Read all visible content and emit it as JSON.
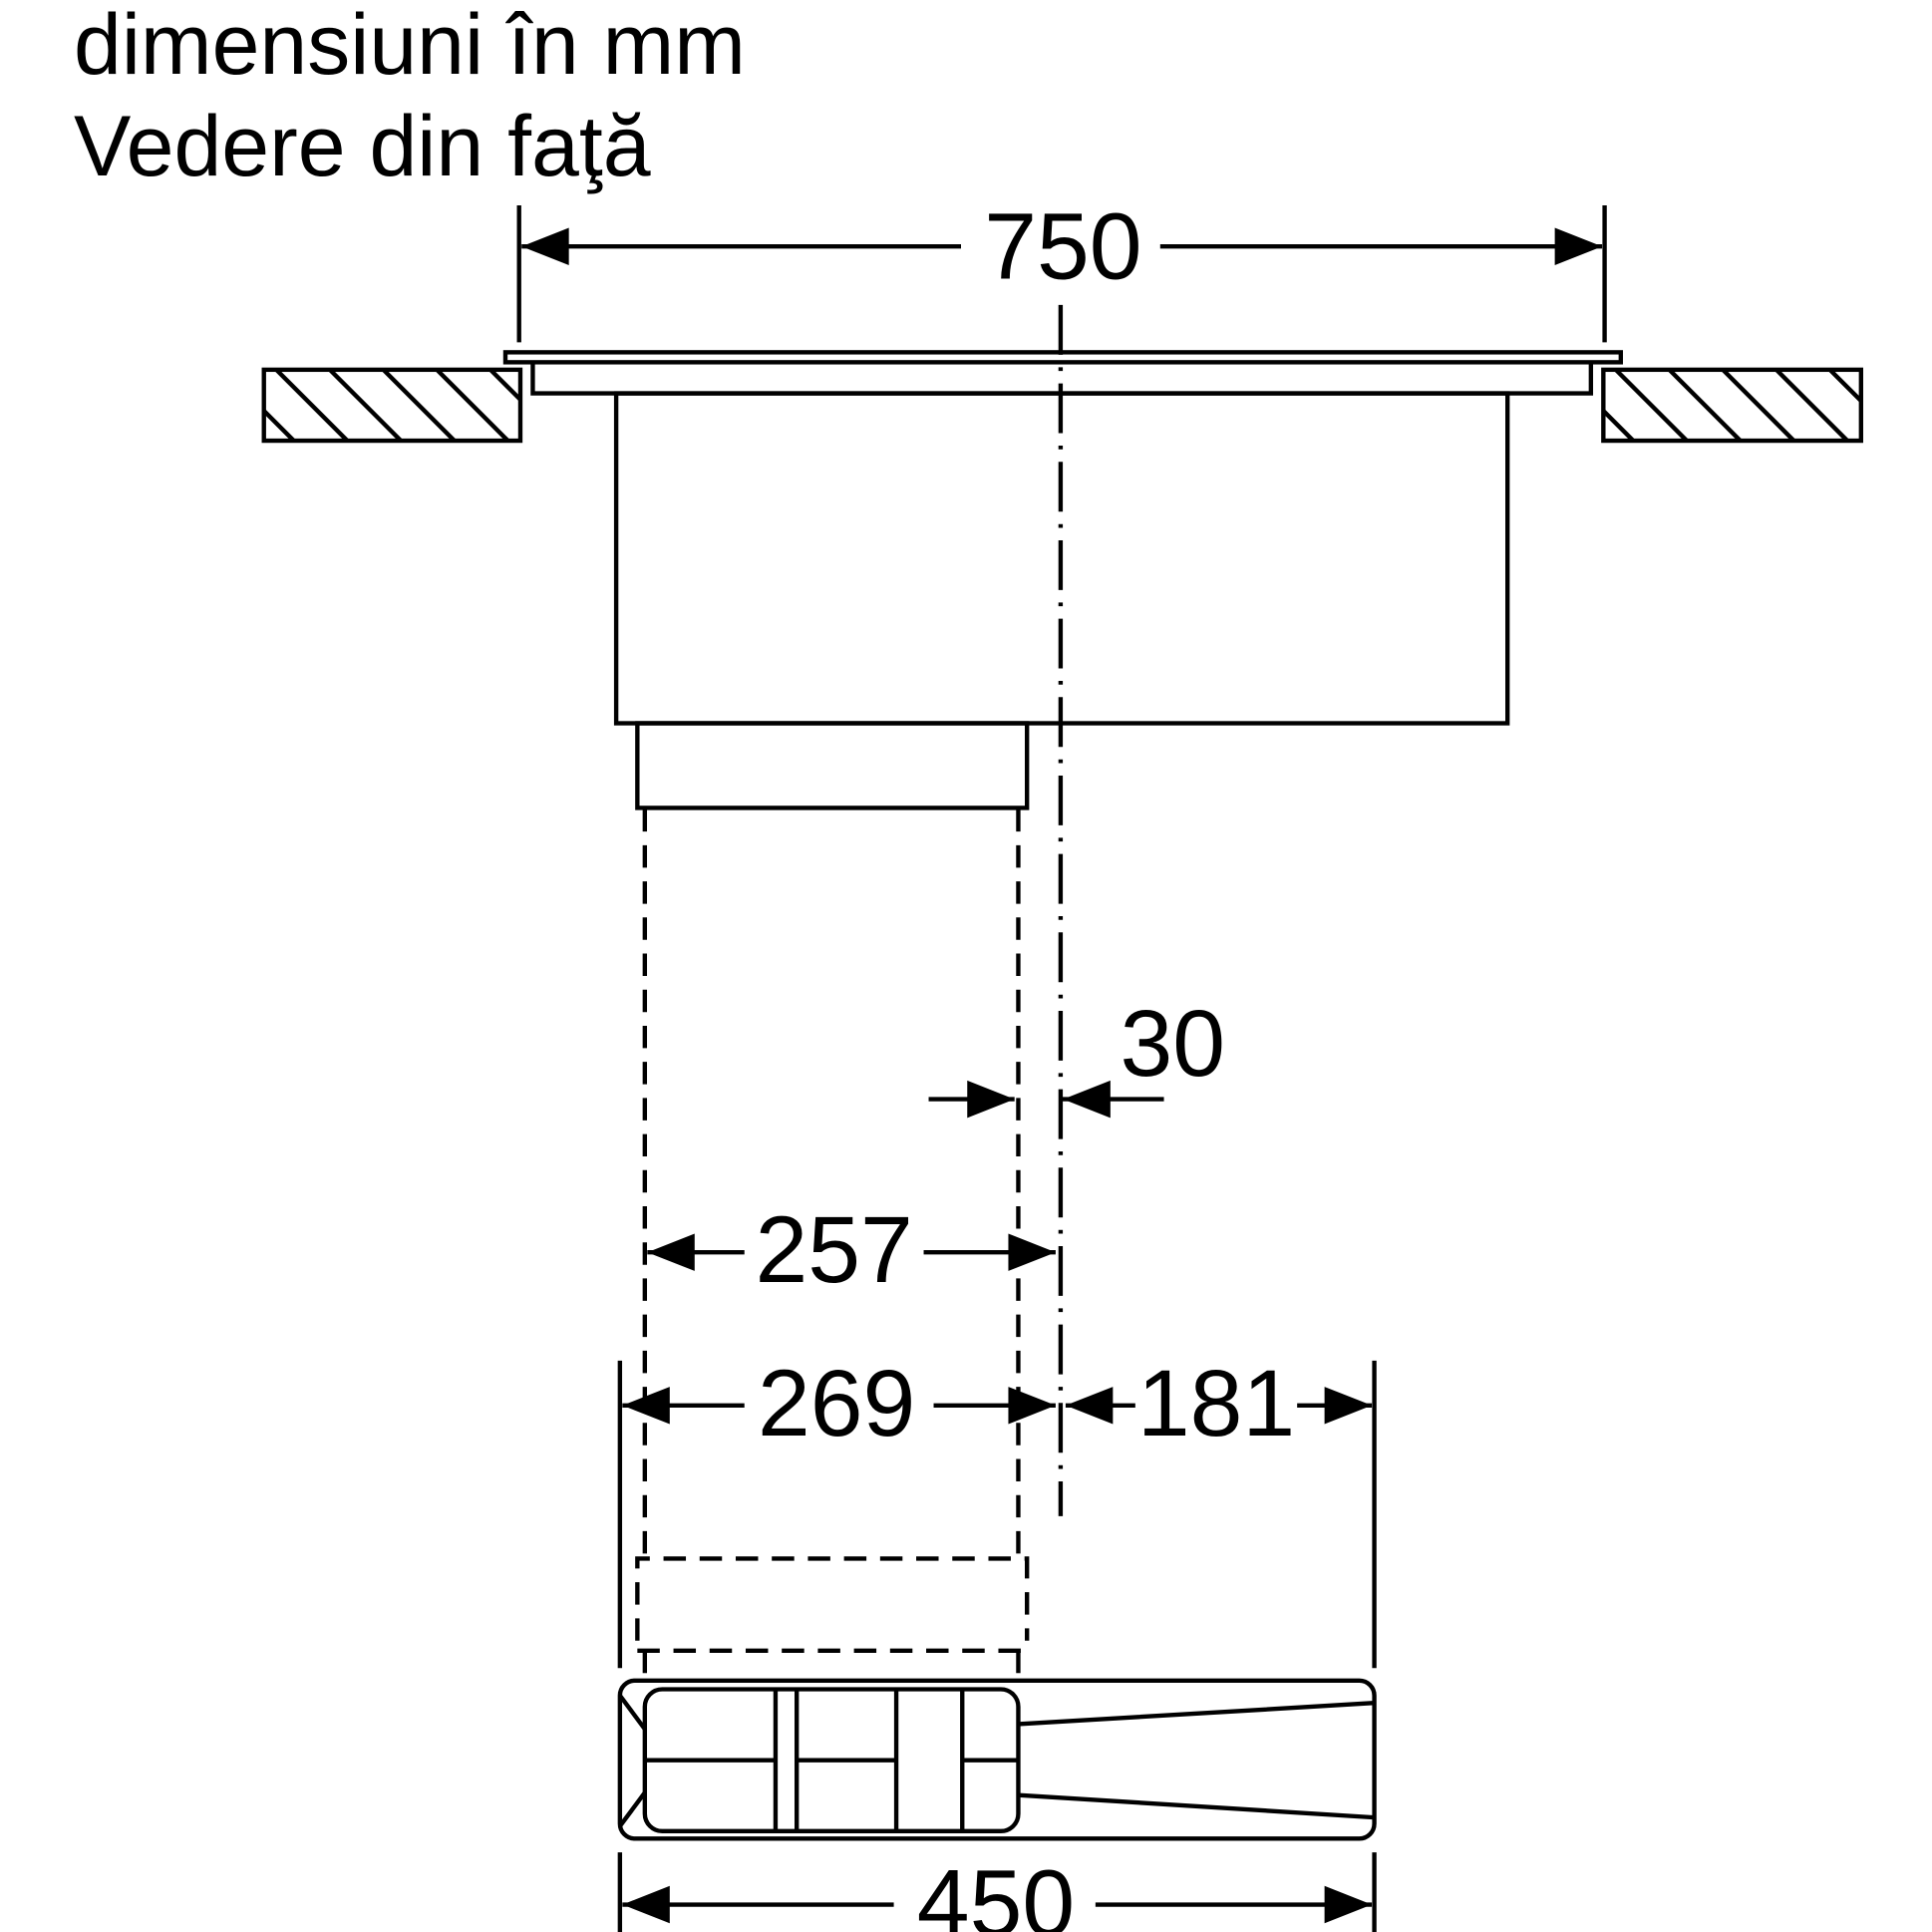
{
  "header": {
    "units_label": "dimensiuni în mm",
    "view_label": "Vedere din faţă"
  },
  "dimensions": {
    "overall_width": "750",
    "offset_center": "30",
    "duct_inner": "257",
    "duct_outer": "269",
    "right_offset": "181",
    "base_width": "450"
  }
}
